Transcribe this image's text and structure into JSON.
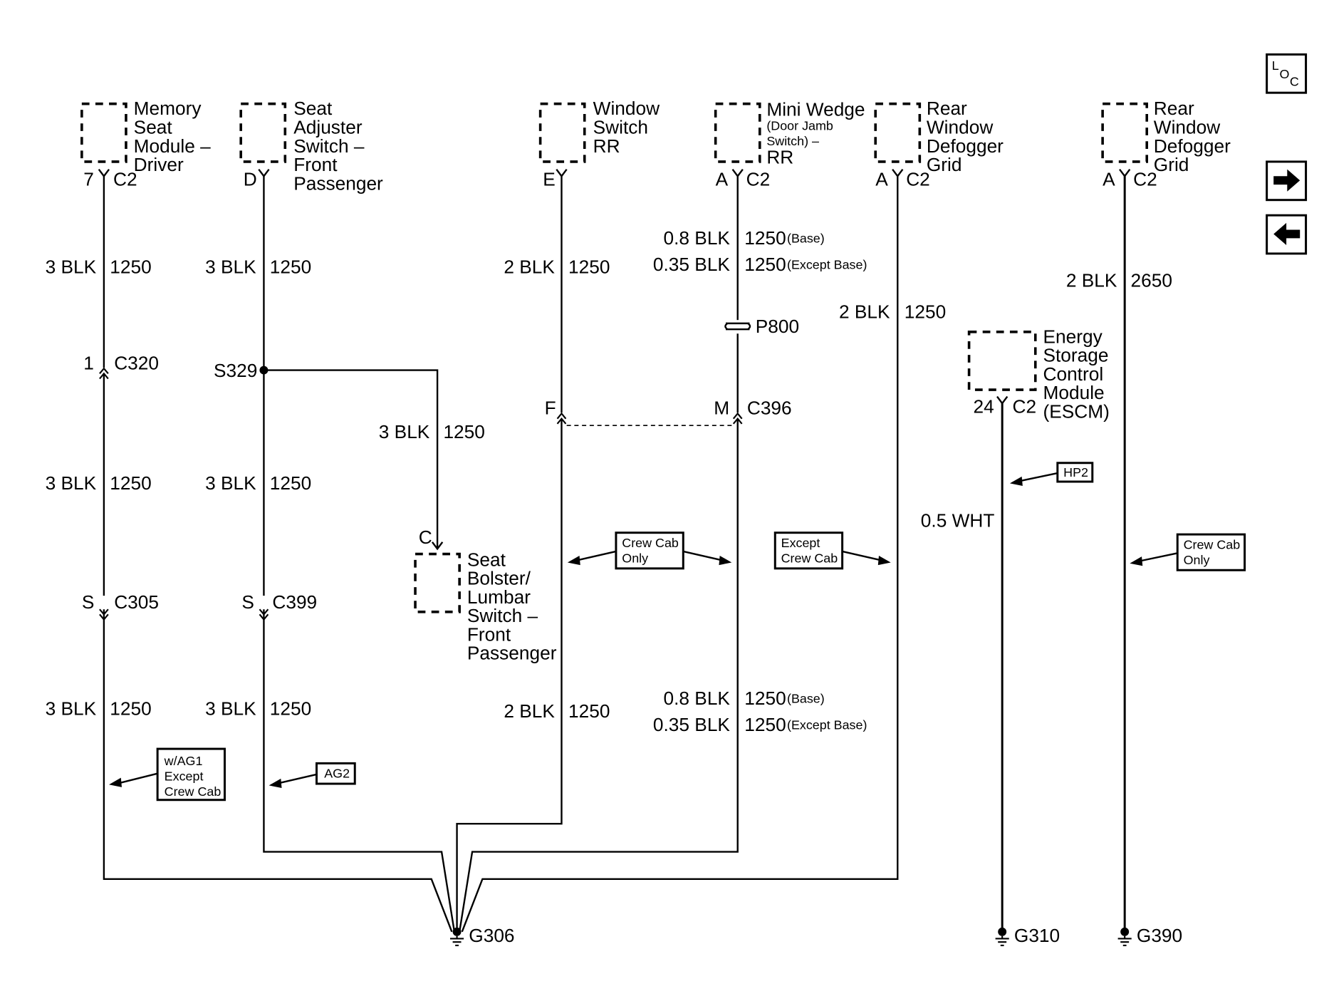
{
  "components": {
    "memory_seat": {
      "lines": [
        "Memory",
        "Seat",
        "Module –",
        "Driver"
      ],
      "pin": "7",
      "conn": "C2"
    },
    "seat_adjuster": {
      "lines": [
        "Seat",
        "Adjuster",
        "Switch –",
        "Front",
        "Passenger"
      ],
      "pin": "D"
    },
    "window_switch": {
      "lines": [
        "Window",
        "Switch",
        "RR"
      ],
      "pin": "E"
    },
    "mini_wedge": {
      "line1": "Mini Wedge",
      "line2": "(Door Jamb",
      "line3": "Switch) –",
      "line4": "RR",
      "pin": "A",
      "conn": "C2"
    },
    "rear_defog_1": {
      "lines": [
        "Rear",
        "Window",
        "Defogger",
        "Grid"
      ],
      "pin": "A",
      "conn": "C2"
    },
    "rear_defog_2": {
      "lines": [
        "Rear",
        "Window",
        "Defogger",
        "Grid"
      ],
      "pin": "A",
      "conn": "C2"
    },
    "seat_bolster": {
      "lines": [
        "Seat",
        "Bolster/",
        "Lumbar",
        "Switch –",
        "Front",
        "Passenger"
      ],
      "pin": "C"
    },
    "escm": {
      "lines": [
        "Energy",
        "Storage",
        "Control",
        "Module",
        "(ESCM)"
      ],
      "pin": "24",
      "conn": "C2"
    }
  },
  "wires": {
    "w1a": {
      "color": "3 BLK",
      "circuit": "1250"
    },
    "w1b": {
      "color": "3 BLK",
      "circuit": "1250"
    },
    "w1c": {
      "color": "3 BLK",
      "circuit": "1250"
    },
    "w2a": {
      "color": "3 BLK",
      "circuit": "1250"
    },
    "w2b": {
      "color": "3 BLK",
      "circuit": "1250"
    },
    "w2c": {
      "color": "3 BLK",
      "circuit": "1250"
    },
    "w_bolster": {
      "color": "3 BLK",
      "circuit": "1250"
    },
    "w3a": {
      "color": "2 BLK",
      "circuit": "1250"
    },
    "w3b": {
      "color": "2 BLK",
      "circuit": "1250"
    },
    "w4a_base": {
      "color": "0.8 BLK",
      "circuit": "1250",
      "note": "(Base)"
    },
    "w4a_except": {
      "color": "0.35 BLK",
      "circuit": "1250",
      "note": "(Except Base)"
    },
    "w4b_base": {
      "color": "0.8 BLK",
      "circuit": "1250",
      "note": "(Base)"
    },
    "w4b_except": {
      "color": "0.35 BLK",
      "circuit": "1250",
      "note": "(Except Base)"
    },
    "w5": {
      "color": "2 BLK",
      "circuit": "1250"
    },
    "w6": {
      "color": "2 BLK",
      "circuit": "2650"
    },
    "w_escm": {
      "color": "0.5 WHT"
    }
  },
  "connectors": {
    "c320": {
      "pin": "1",
      "name": "C320"
    },
    "c305": {
      "pin": "S",
      "name": "C305"
    },
    "c399": {
      "pin": "S",
      "name": "C399"
    },
    "c396_left": {
      "pin": "F"
    },
    "c396_right": {
      "pin": "M",
      "name": "C396"
    },
    "splice": {
      "name": "S329"
    },
    "p800": {
      "name": "P800"
    }
  },
  "options": {
    "wag1": {
      "lines": [
        "w/AG1",
        "Except",
        "Crew Cab"
      ]
    },
    "ag2": {
      "lines": [
        "AG2"
      ]
    },
    "crew_cab_1": {
      "lines": [
        "Crew Cab",
        "Only"
      ]
    },
    "except_crew": {
      "lines": [
        "Except",
        "Crew Cab"
      ]
    },
    "hp2": {
      "lines": [
        "HP2"
      ]
    },
    "crew_cab_2": {
      "lines": [
        "Crew Cab",
        "Only"
      ]
    }
  },
  "grounds": {
    "g306": "G306",
    "g310": "G310",
    "g390": "G390"
  },
  "nav": {
    "loc_l": "L",
    "loc_o": "O",
    "loc_c": "C"
  }
}
